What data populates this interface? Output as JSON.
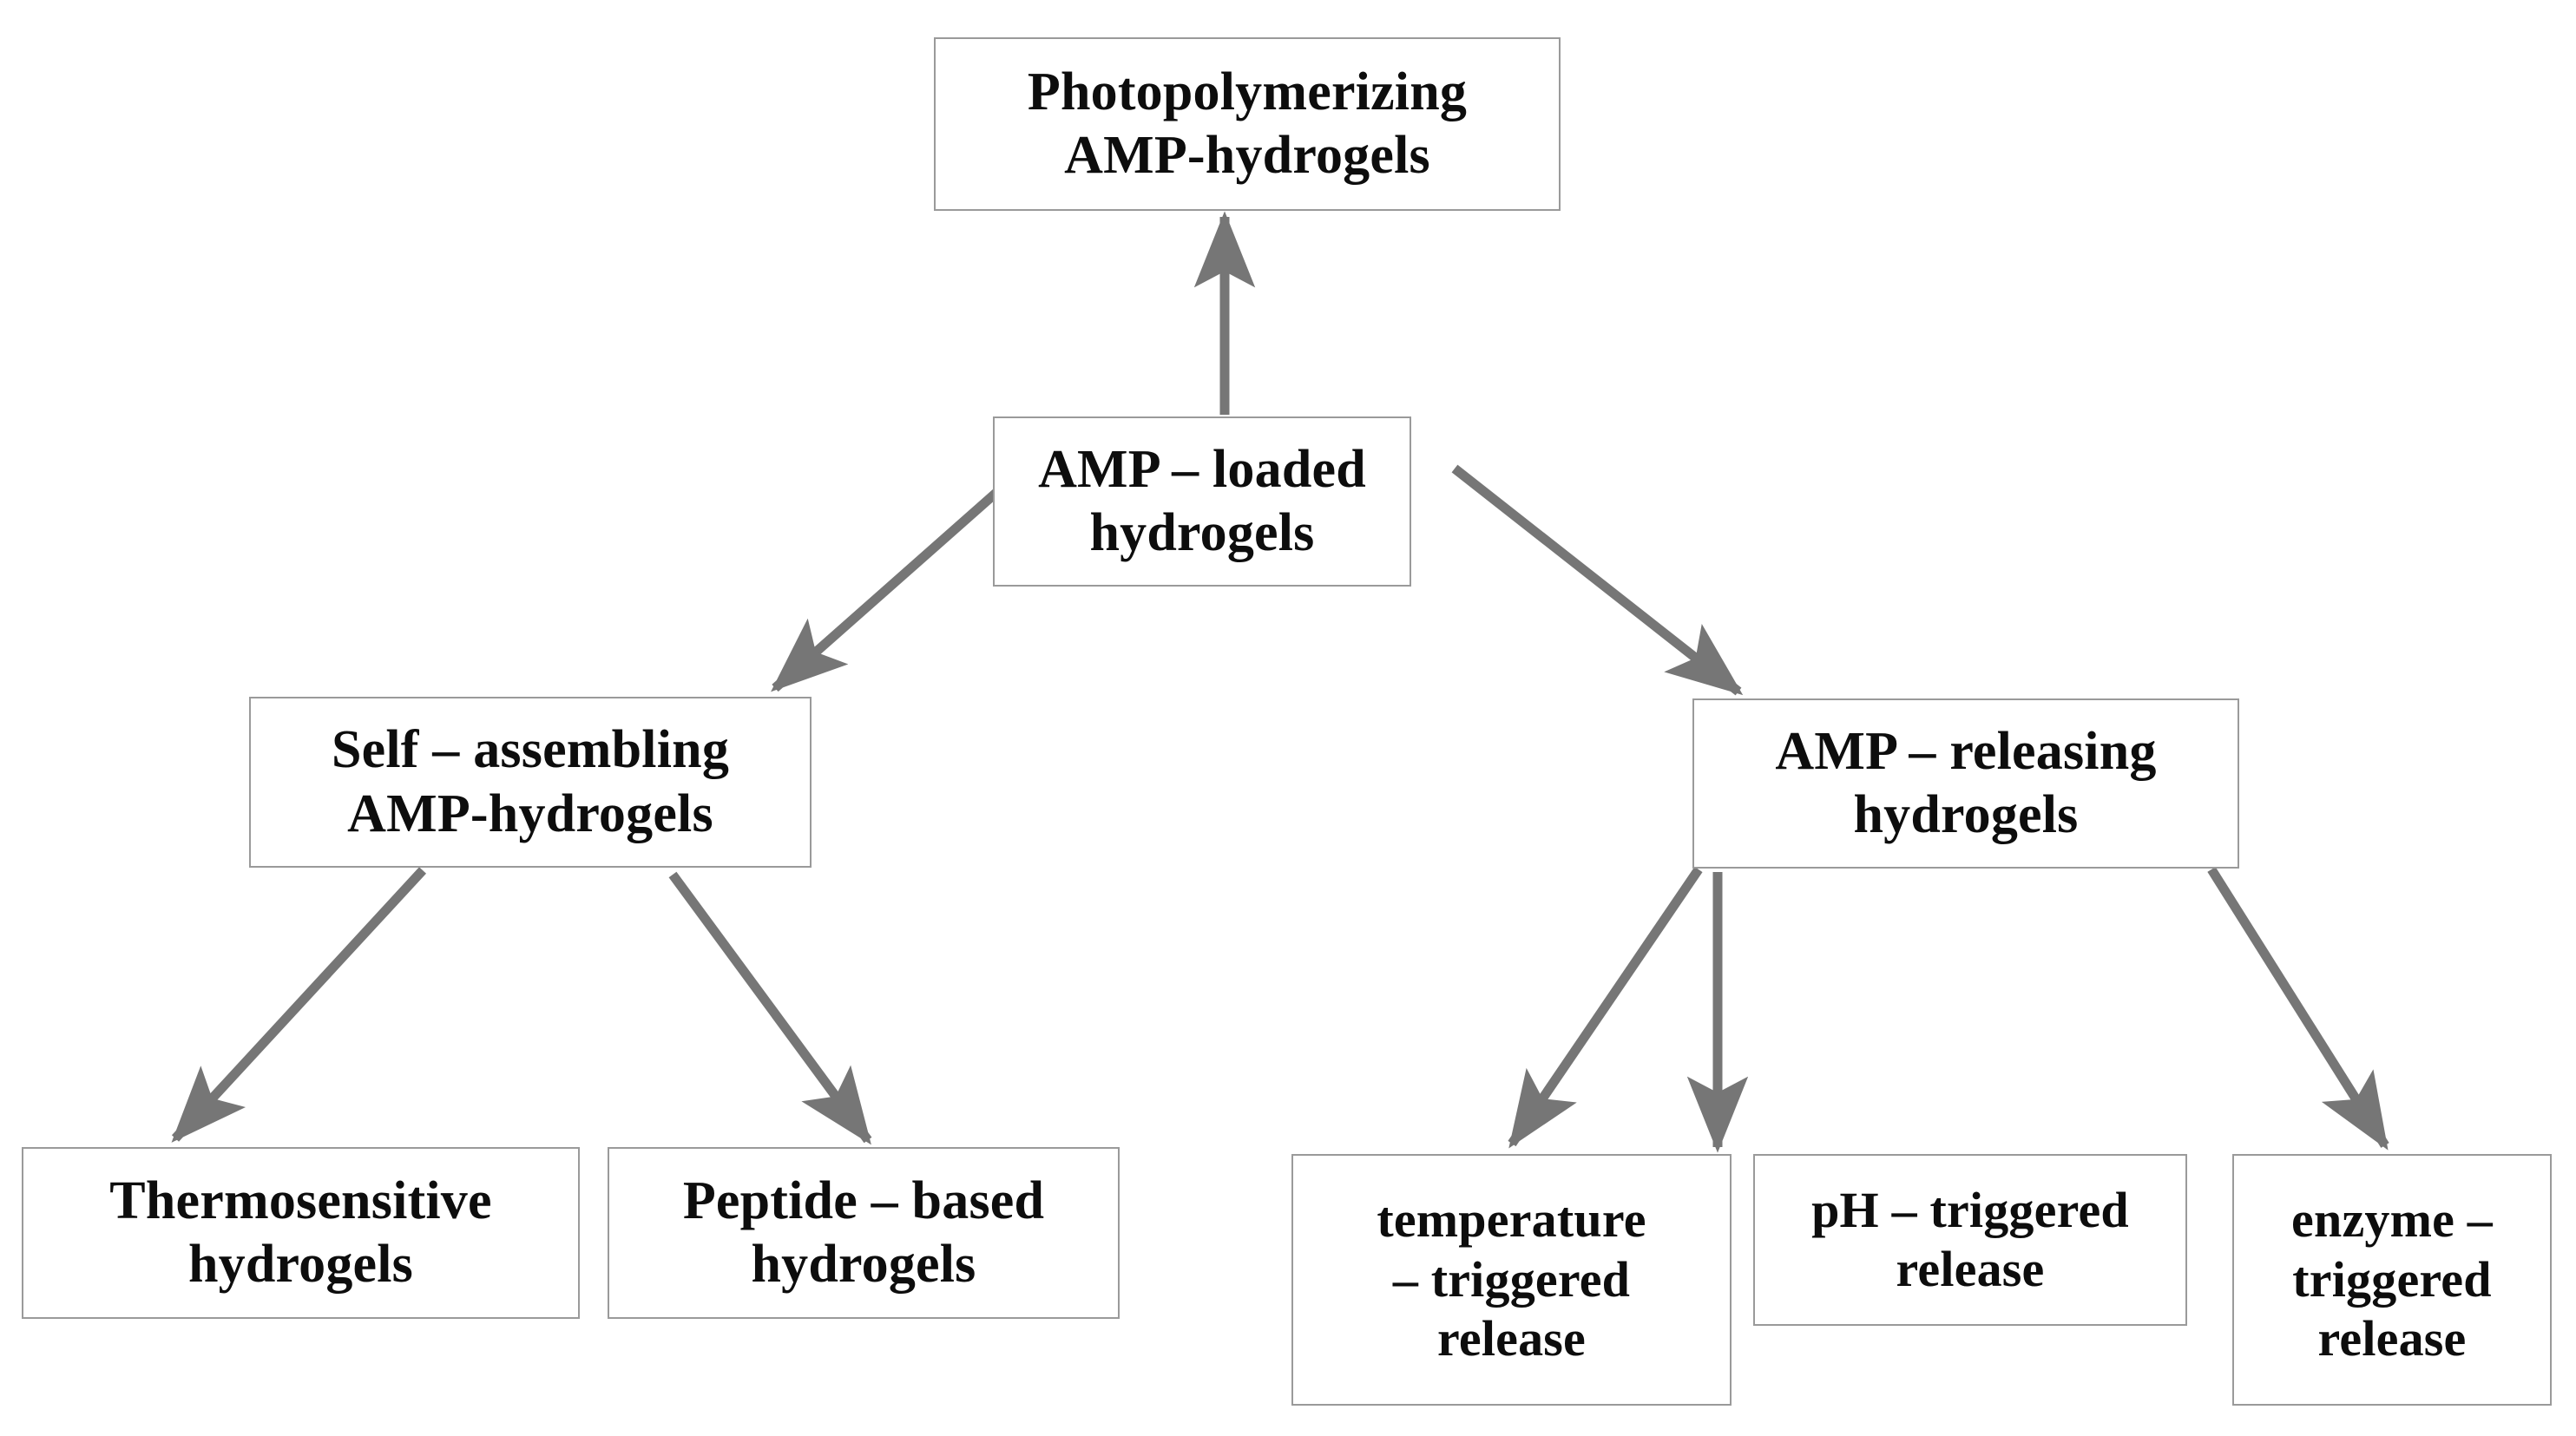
{
  "diagram": {
    "type": "hierarchy-flowchart",
    "title": "AMP - loaded hydrogels classification",
    "colors": {
      "box_border": "#9a9a9a",
      "box_fill": "#ffffff",
      "arrow": "#767676",
      "text": "#0d0d0d",
      "background": "#ffffff"
    },
    "nodes": [
      {
        "id": "root",
        "label": "Photopolymerizing\nAMP-hydrogels",
        "level": 0
      },
      {
        "id": "loaded",
        "label": "AMP – loaded\nhydrogels",
        "level": 1
      },
      {
        "id": "self",
        "label": "Self – assembling\nAMP-hydrogels",
        "level": 2
      },
      {
        "id": "release",
        "label": "AMP – releasing\nhydrogels",
        "level": 2
      },
      {
        "id": "thermo",
        "label": "Thermosensitive\nhydrogels",
        "level": 3
      },
      {
        "id": "peptide",
        "label": "Peptide – based\nhydrogels",
        "level": 3
      },
      {
        "id": "temp",
        "label": "temperature\n–  triggered\nrelease",
        "level": 3
      },
      {
        "id": "ph",
        "label": "pH – triggered\nrelease",
        "level": 3
      },
      {
        "id": "enzyme",
        "label": "enzyme –\ntriggered\nrelease",
        "level": 3
      }
    ],
    "edges": [
      {
        "from": "loaded",
        "to": "root",
        "direction": "up"
      },
      {
        "from": "loaded",
        "to": "self",
        "direction": "down-left"
      },
      {
        "from": "loaded",
        "to": "release",
        "direction": "down-right"
      },
      {
        "from": "self",
        "to": "thermo",
        "direction": "down-left"
      },
      {
        "from": "self",
        "to": "peptide",
        "direction": "down-right"
      },
      {
        "from": "release",
        "to": "temp",
        "direction": "down-left"
      },
      {
        "from": "release",
        "to": "ph",
        "direction": "down"
      },
      {
        "from": "release",
        "to": "enzyme",
        "direction": "down-right"
      }
    ]
  }
}
